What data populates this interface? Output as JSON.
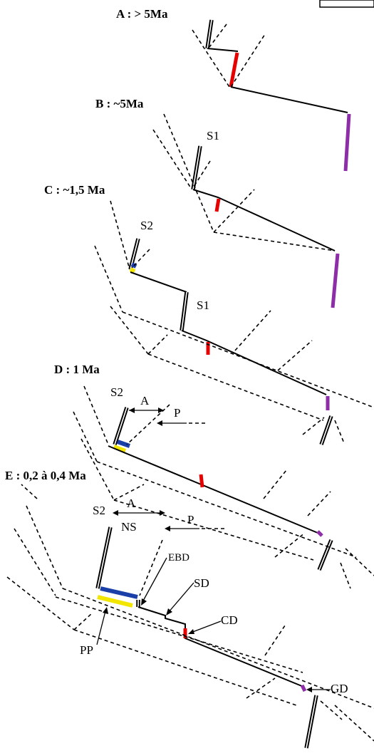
{
  "stages": [
    {
      "id": "A",
      "title": "A : > 5Ma"
    },
    {
      "id": "B",
      "title": "B : ~5Ma"
    },
    {
      "id": "C",
      "title": "C : ~1,5 Ma"
    },
    {
      "id": "D",
      "title": "D : 1 Ma"
    },
    {
      "id": "E",
      "title": "E : 0,2 à 0,4 Ma"
    }
  ],
  "labels": {
    "s1": "S1",
    "s2": "S2",
    "a": "A",
    "p": "P",
    "ns": "NS",
    "ebd": "EBD",
    "sd": "SD",
    "cd": "CD",
    "pp": "PP",
    "gd": "GD"
  },
  "colors": {
    "red": "#e60000",
    "purple": "#8e2da8",
    "blue": "#1a3fa8",
    "yellow": "#f2e600"
  }
}
